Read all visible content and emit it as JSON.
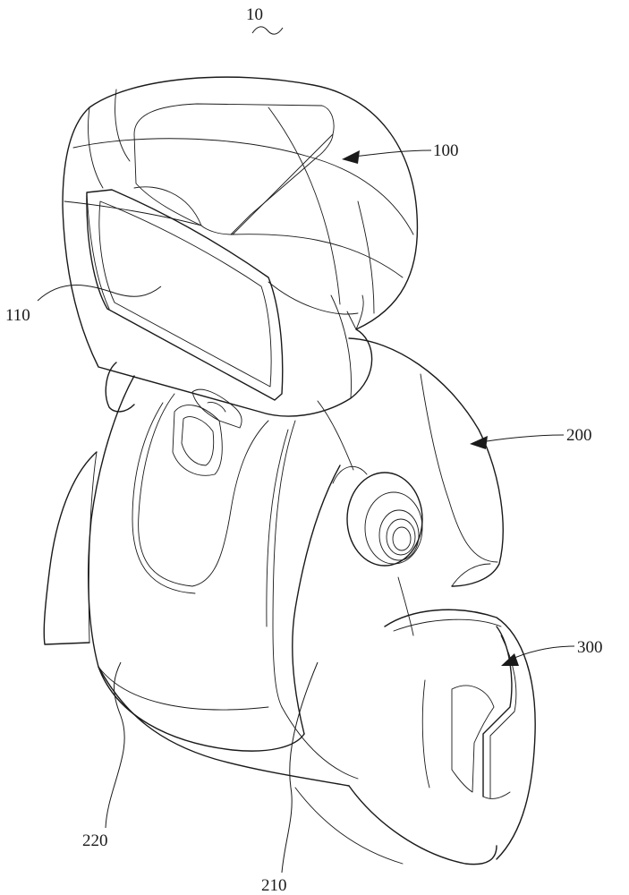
{
  "figure": {
    "assembly_label": "10",
    "labels": {
      "head": "100",
      "screen": "110",
      "body": "200",
      "base": "300",
      "side_shell": "210",
      "front_shell": "220"
    }
  }
}
